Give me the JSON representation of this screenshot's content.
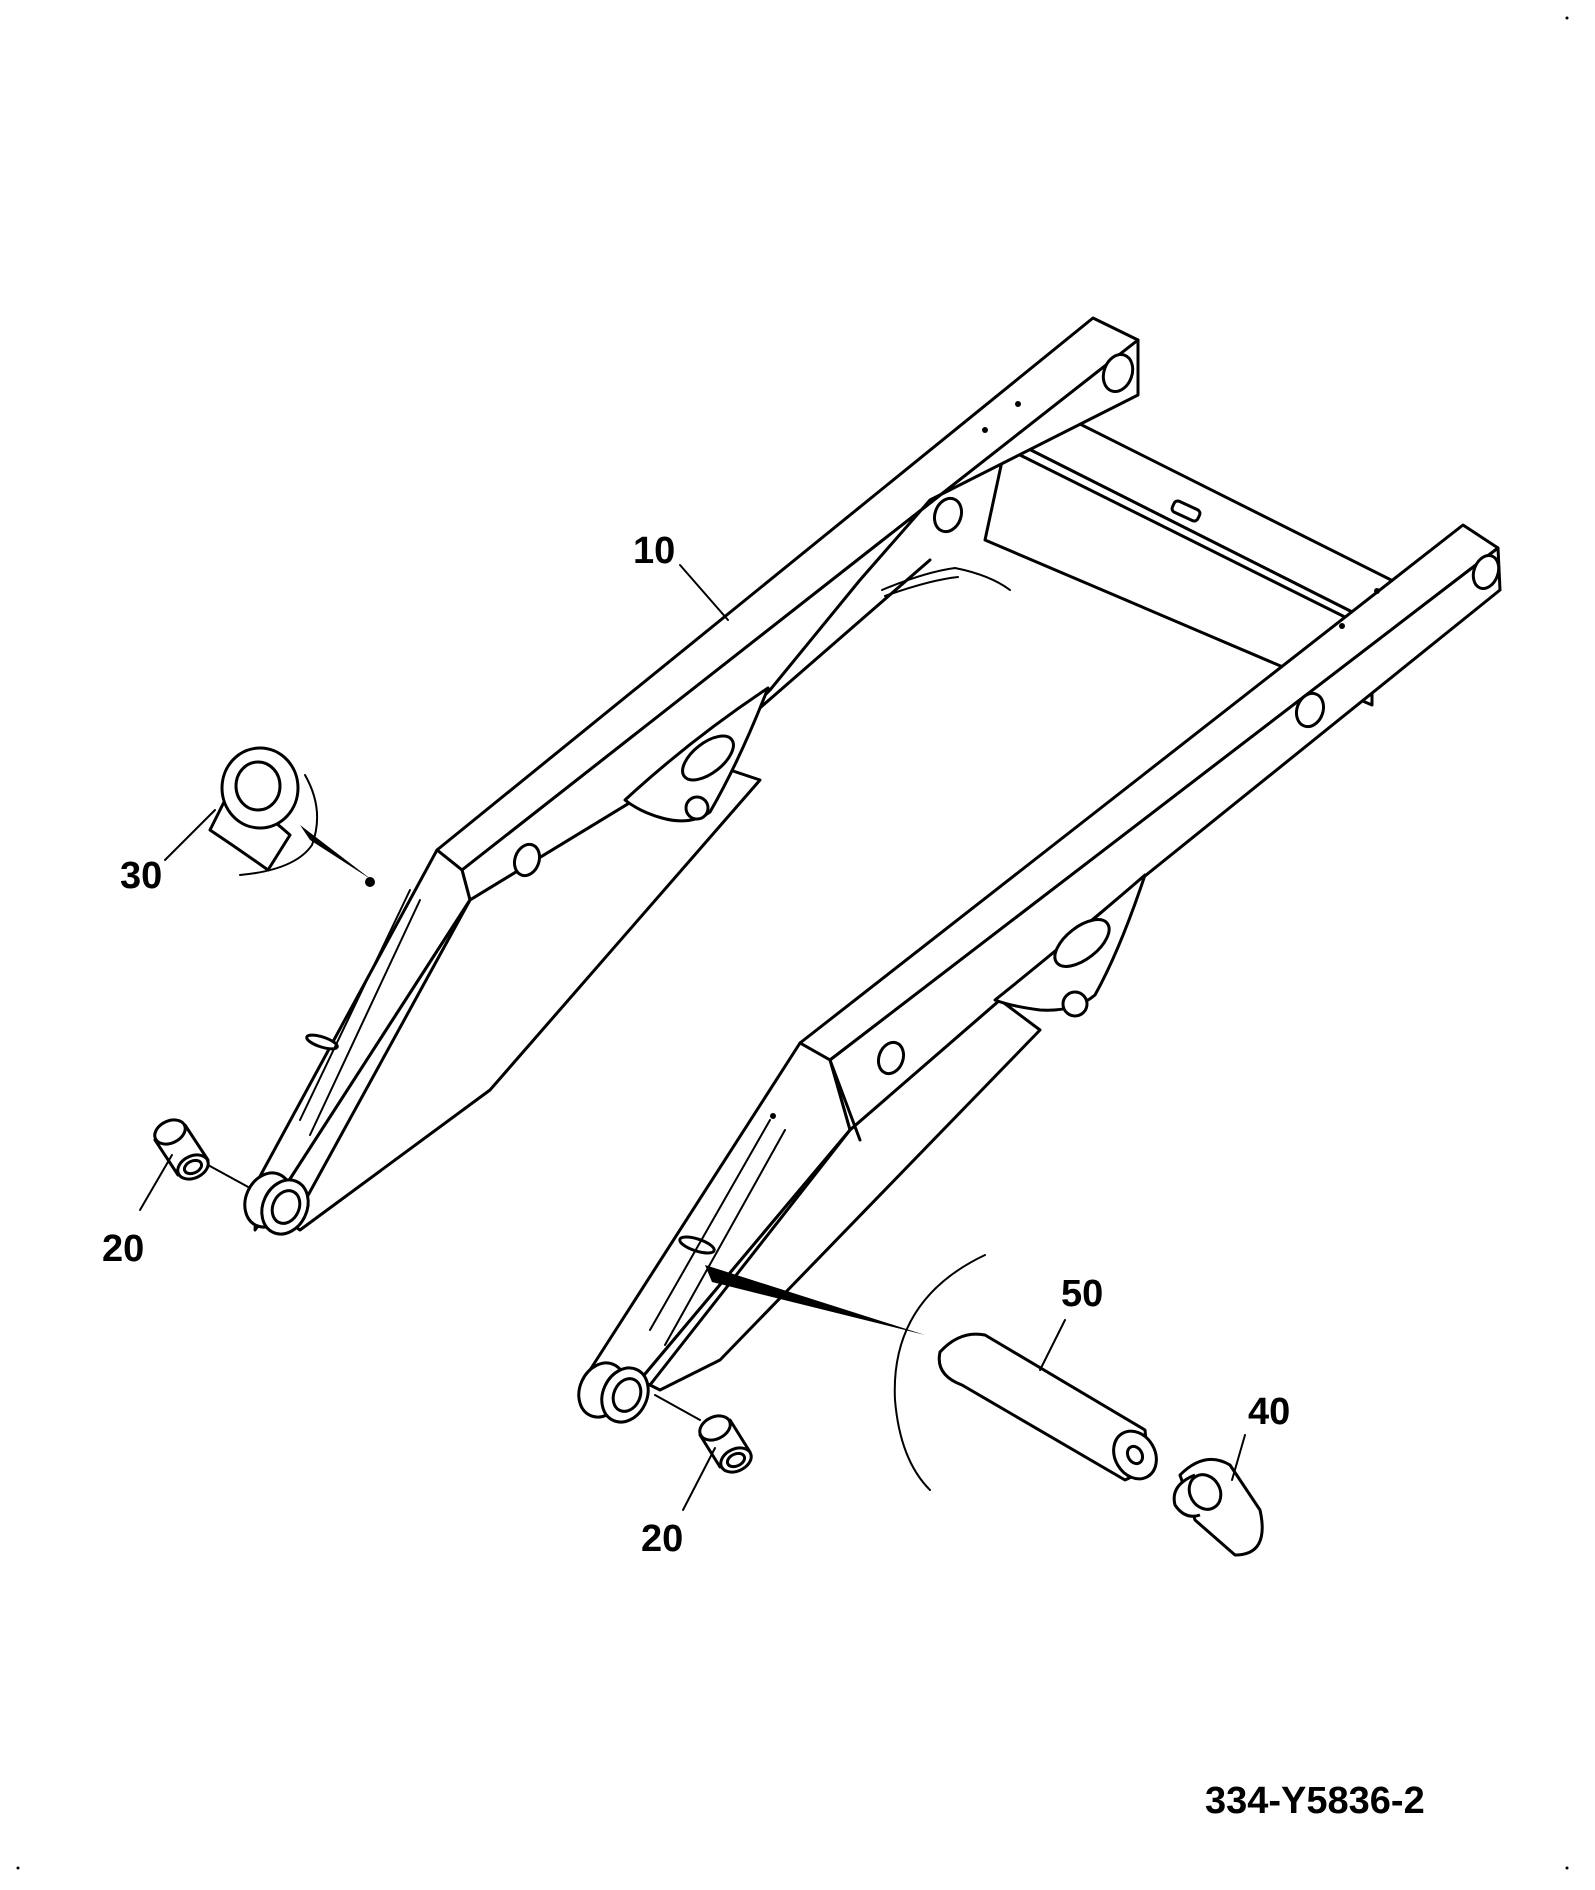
{
  "callouts": [
    {
      "id": "10",
      "label": "10",
      "part": "boom-frame"
    },
    {
      "id": "30",
      "label": "30",
      "part": "flanged-bush"
    },
    {
      "id": "20a",
      "label": "20",
      "part": "bush-left"
    },
    {
      "id": "20b",
      "label": "20",
      "part": "bush-right"
    },
    {
      "id": "50",
      "label": "50",
      "part": "pin"
    },
    {
      "id": "40",
      "label": "40",
      "part": "sleeve"
    }
  ],
  "figure_code": "334-Y5836-2",
  "colors": {
    "line": "#000000",
    "background": "#ffffff"
  }
}
